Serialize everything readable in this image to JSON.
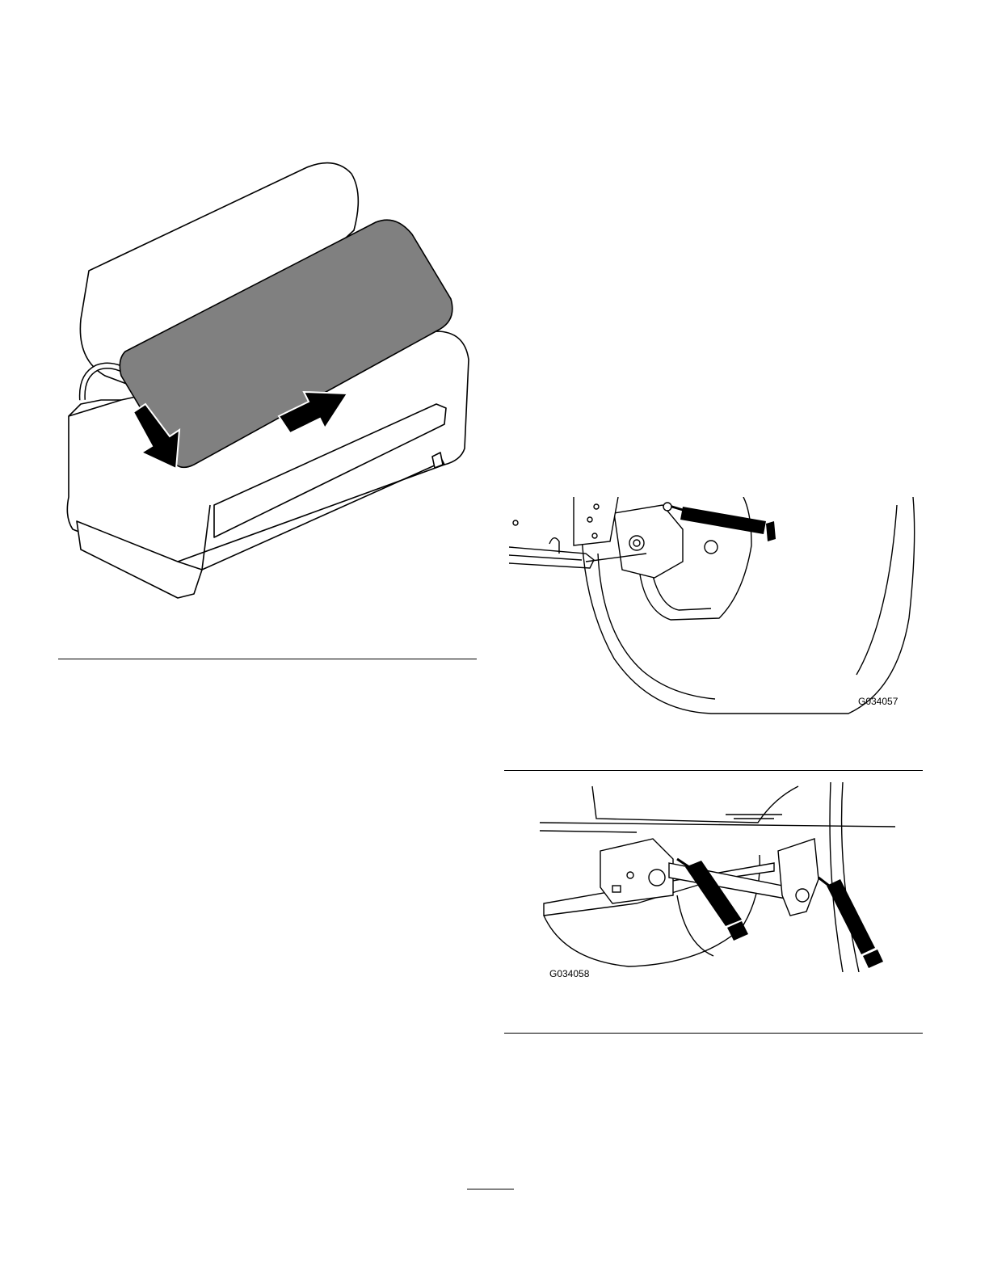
{
  "figures": [
    {
      "id": "seat",
      "code": ""
    },
    {
      "id": "wheel-grease",
      "code": "G034057"
    },
    {
      "id": "axle-grease",
      "code": "G034058"
    }
  ],
  "page": {
    "footer_line": ""
  }
}
